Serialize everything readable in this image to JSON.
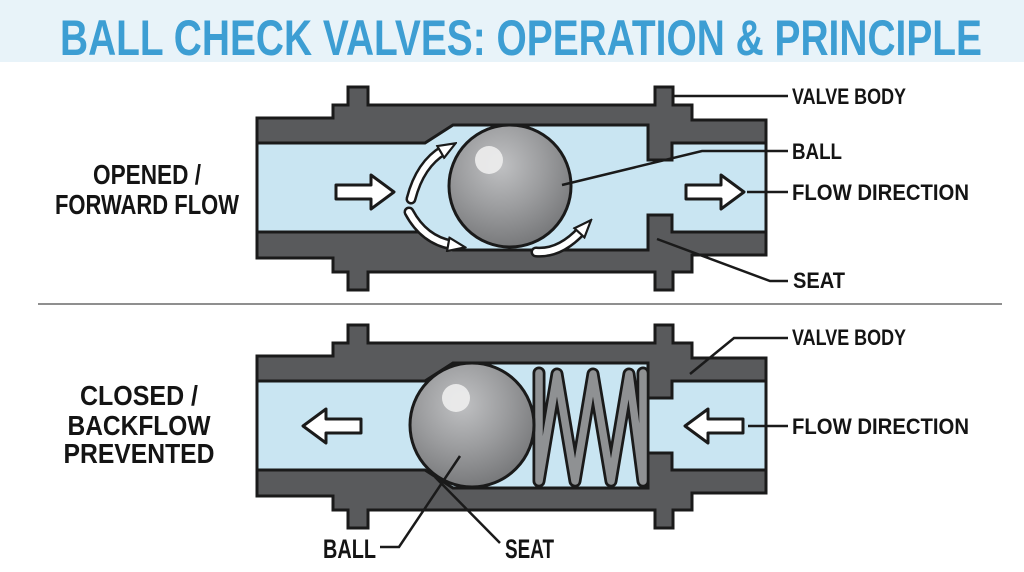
{
  "title": "BALL CHECK VALVES: OPERATION & PRINCIPLE",
  "colors": {
    "title": "#3D9ED3",
    "header_bg": "#E8F3F9",
    "page_bg": "#FFFFFF",
    "valve_body_gray": "#595A5C",
    "channel_blue": "#C9E5F2",
    "outline_black": "#1A1A1A",
    "ball_gray_center": "#A8A9AB",
    "ball_gray_edge": "#6E6F71",
    "ball_highlight": "#EBEBEB",
    "spring_gray": "#8F9193",
    "arrow_white": "#FFFFFF",
    "divider_gray": "#8F8F8F",
    "label_black": "#141414"
  },
  "diagrams": {
    "opened": {
      "caption_line1": "OPENED /",
      "caption_line2": "FORWARD FLOW",
      "labels": {
        "valve_body": "VALVE BODY",
        "ball": "BALL",
        "flow_direction": "FLOW DIRECTION",
        "seat": "SEAT"
      }
    },
    "closed": {
      "caption_line1": "CLOSED /",
      "caption_line2": "BACKFLOW",
      "caption_line3": "PREVENTED",
      "labels": {
        "valve_body": "VALVE BODY",
        "flow_direction": "FLOW DIRECTION",
        "ball": "BALL",
        "seat": "SEAT"
      }
    }
  }
}
